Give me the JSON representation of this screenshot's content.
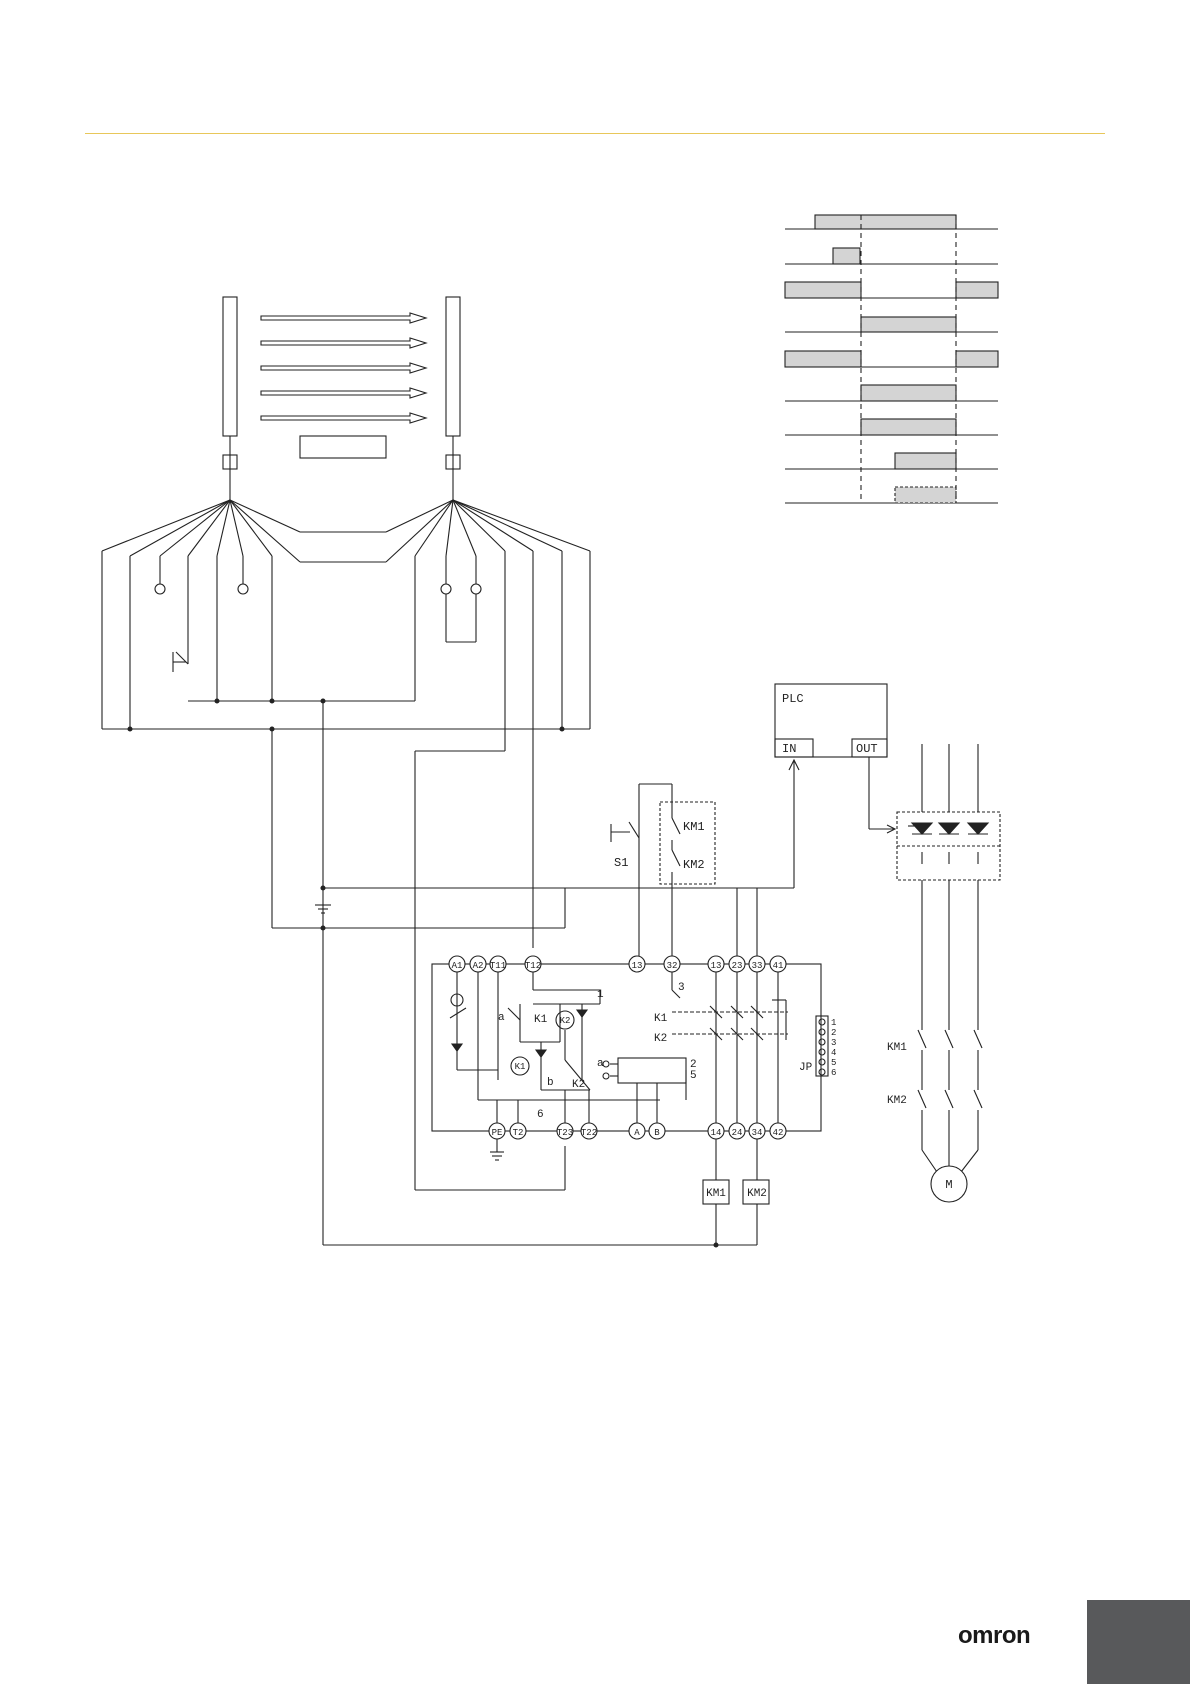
{
  "brand": {
    "logo_text": "omron"
  },
  "colors": {
    "rule": "#e8c75a",
    "tab": "#58595b",
    "timing_fill": "#d4d4d4"
  },
  "diagram": {
    "plc": {
      "title": "PLC",
      "input": "IN",
      "output": "OUT"
    },
    "switch_s1": "S1",
    "aux_contacts": [
      "KM1",
      "KM2"
    ],
    "terminals_top": [
      "A1",
      "A2",
      "T11",
      "T12",
      "13",
      "32",
      "13",
      "23",
      "33",
      "41"
    ],
    "terminals_bottom": [
      "PE",
      "T2",
      "T23",
      "T22",
      "A",
      "B",
      "14",
      "24",
      "34",
      "42"
    ],
    "internal": {
      "relay_k1": "K1",
      "relay_k2": "K2",
      "jumper": "JP",
      "jp_pins": [
        "1",
        "2",
        "3",
        "4",
        "5",
        "6"
      ],
      "marks": {
        "one": "1",
        "three": "3",
        "six": "6",
        "a": "a",
        "b": "b",
        "two": "2",
        "five": "5"
      }
    },
    "contactor_coils": [
      "KM1",
      "KM2"
    ],
    "motor_contacts": [
      "KM1",
      "KM2"
    ],
    "motor": "M"
  }
}
